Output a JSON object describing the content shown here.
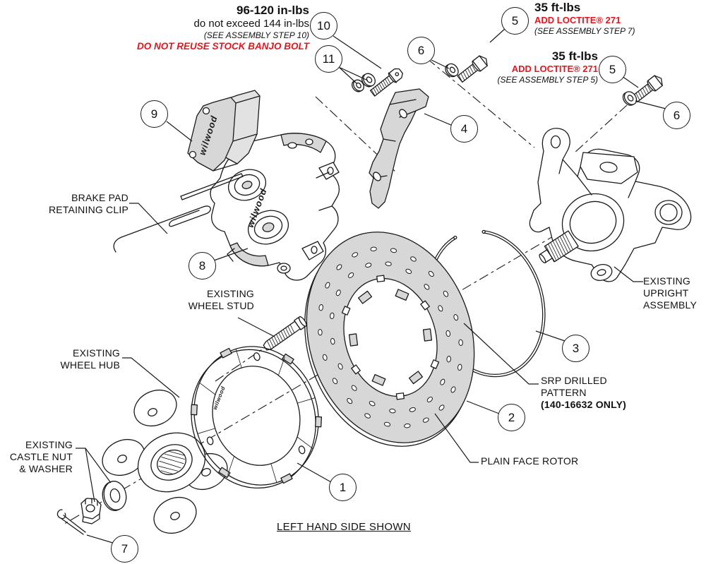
{
  "colors": {
    "accent_red": "#e8141c",
    "part_fill_gray": "#d7d7d7",
    "line_black": "#1a1a1a",
    "background": "#ffffff"
  },
  "brand": "wilwood",
  "notes": {
    "banjo_torque": {
      "title": "96-120 in-lbs",
      "limit": "do not exceed 144 in-lbs",
      "step": "(SEE ASSEMBLY STEP 10)",
      "warning": "DO NOT REUSE STOCK BANJO BOLT"
    },
    "caliper_bolt_torque": {
      "title": "35 ft-lbs",
      "loctite": "ADD LOCTITE® 271",
      "step": "(SEE ASSEMBLY STEP 7)"
    },
    "bracket_bolt_torque": {
      "title": "35 ft-lbs",
      "loctite": "ADD LOCTITE® 271",
      "step": "(SEE ASSEMBLY STEP 5)"
    }
  },
  "labels": {
    "brake_pad_clip_1": "BRAKE PAD",
    "brake_pad_clip_2": "RETAINING CLIP",
    "wheel_stud_1": "EXISTING",
    "wheel_stud_2": "WHEEL STUD",
    "wheel_hub_1": "EXISTING",
    "wheel_hub_2": "WHEEL HUB",
    "castle_nut_1": "EXISTING",
    "castle_nut_2": "CASTLE NUT",
    "castle_nut_3": "& WASHER",
    "upright_1": "EXISTING",
    "upright_2": "UPRIGHT",
    "upright_3": "ASSEMBLY",
    "srp_1": "SRP DRILLED",
    "srp_2": "PATTERN",
    "srp_3": "(140-16632 ONLY)",
    "plain_rotor": "PLAIN FACE ROTOR",
    "caption": "LEFT HAND SIDE SHOWN"
  },
  "callouts": [
    {
      "number": "10"
    },
    {
      "number": "11"
    },
    {
      "number": "6"
    },
    {
      "number": "5"
    },
    {
      "number": "5"
    },
    {
      "number": "6"
    },
    {
      "number": "9"
    },
    {
      "number": "4"
    },
    {
      "number": "8"
    },
    {
      "number": "3"
    },
    {
      "number": "2"
    },
    {
      "number": "1"
    },
    {
      "number": "7"
    }
  ]
}
